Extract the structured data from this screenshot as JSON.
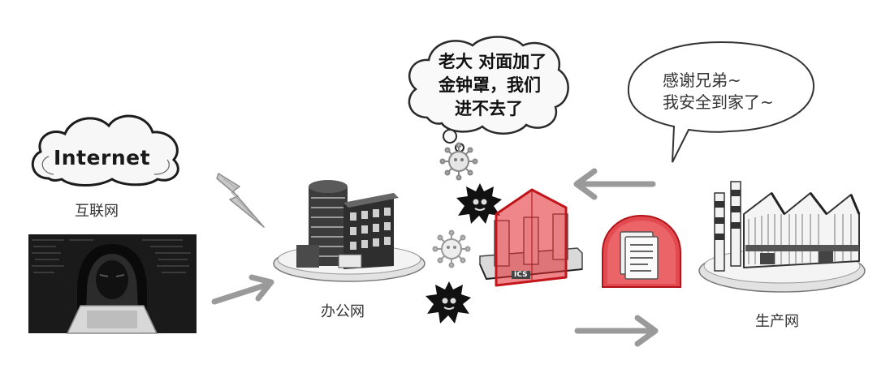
{
  "internet": {
    "cloud_label": "Internet",
    "caption": "互联网"
  },
  "office": {
    "caption": "办公网"
  },
  "production": {
    "caption": "生产网"
  },
  "attacker_bubble": {
    "lines": [
      "老大 对面加了",
      "金钟罩，我们",
      "进不去了"
    ]
  },
  "production_bubble": {
    "lines": [
      "感谢兄弟~",
      "我安全到家了~"
    ]
  },
  "gateway": {
    "label": "ICS"
  },
  "colors": {
    "shield_red": "#e0232a",
    "arrow_gray": "#9a9a9a"
  }
}
